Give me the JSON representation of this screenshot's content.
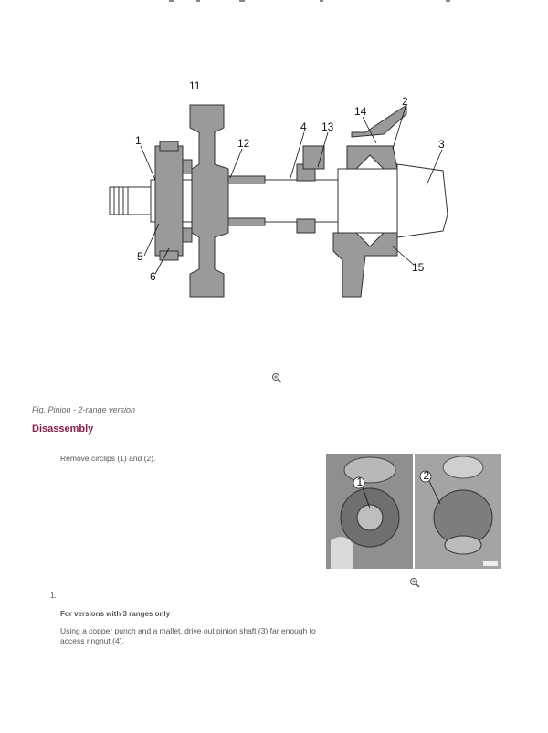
{
  "figure": {
    "callouts": [
      "1",
      "2",
      "3",
      "4",
      "5",
      "6",
      "11",
      "12",
      "13",
      "14",
      "15"
    ],
    "zoom_icon": "magnifier-plus-icon"
  },
  "caption": "Fig. Pinion - 2-range version",
  "section": {
    "heading": "Disassembly",
    "step1": {
      "text": "Remove circlips (1) and (2)."
    },
    "photo": {
      "labels": [
        "1",
        "2"
      ],
      "zoom_icon": "magnifier-plus-icon"
    },
    "step_number": "1.",
    "note": "For versions with 3 ranges only",
    "step2": {
      "text": "Using a copper punch and a mallet, drive out pinion shaft (3) far enough to access ringnut (4)."
    }
  },
  "colors": {
    "heading": "#8a1b4b",
    "part_fill": "#9a9a9a"
  }
}
